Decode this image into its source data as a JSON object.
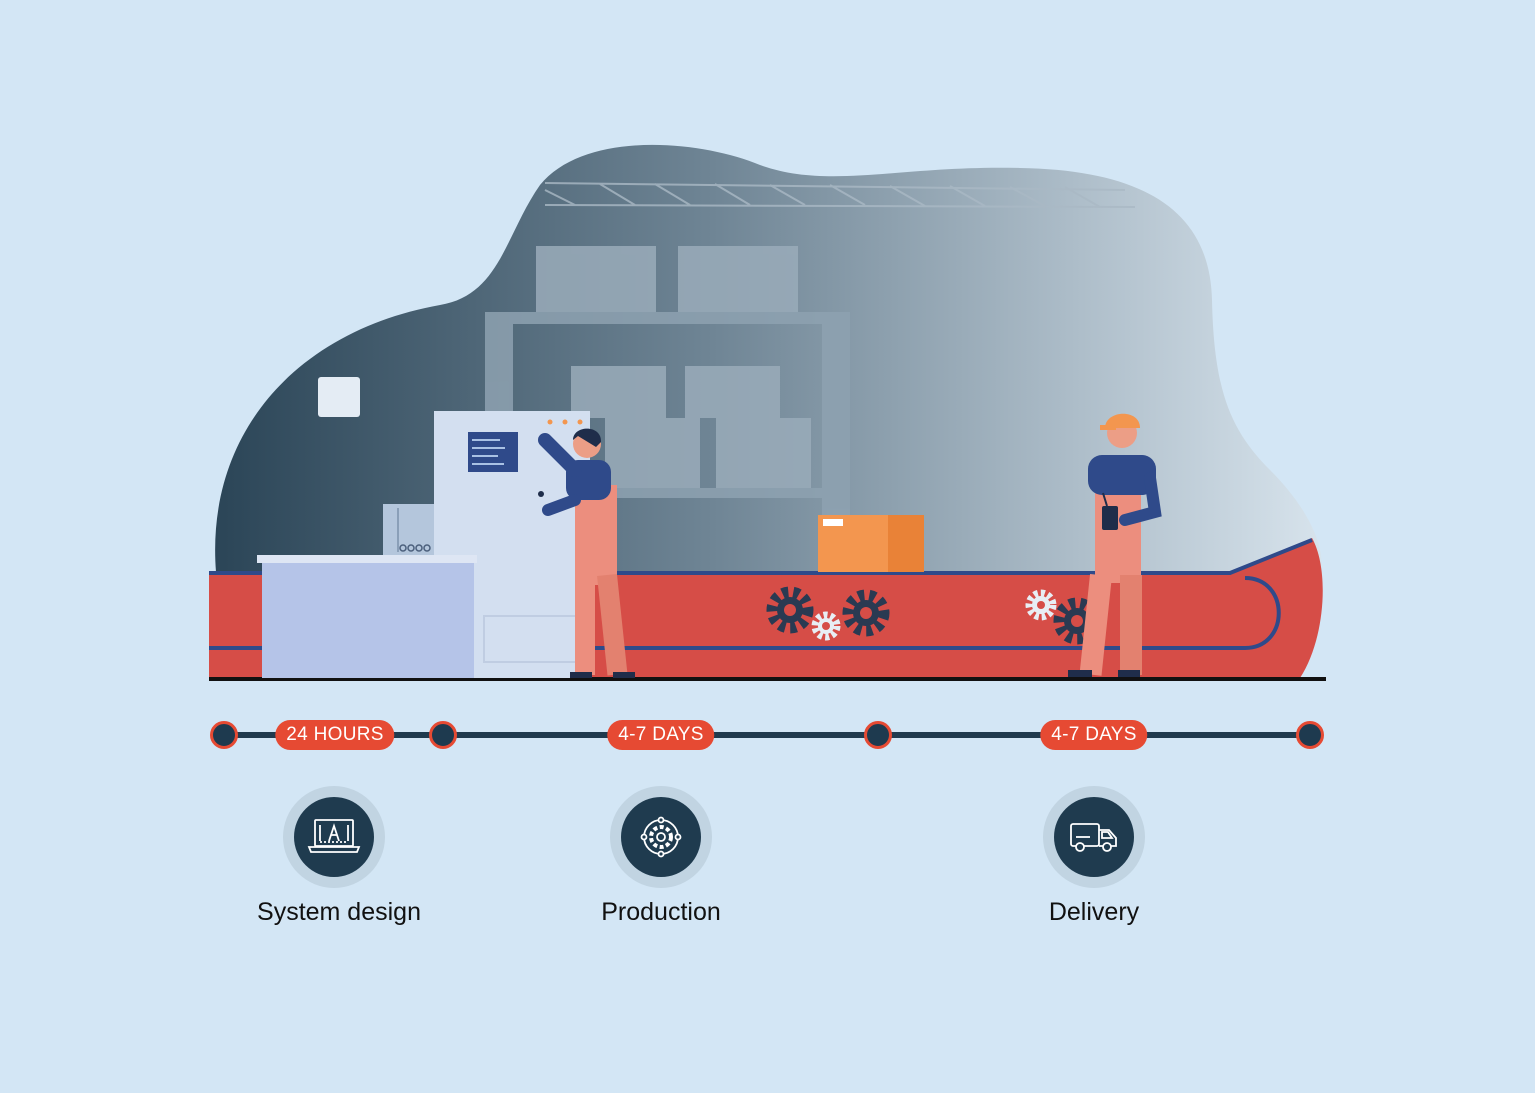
{
  "colors": {
    "background": "#d3e6f5",
    "accent": "#e64a33",
    "track": "#203a4e",
    "icon_bg": "#1f3b4f",
    "conveyor": "#d64d47"
  },
  "timeline": {
    "durations": [
      {
        "label": "24 HOURS"
      },
      {
        "label": "4-7 DAYS"
      },
      {
        "label": "4-7 DAYS"
      }
    ],
    "stages": [
      {
        "label": "System design",
        "icon": "laptop-design-icon"
      },
      {
        "label": "Production",
        "icon": "gear-target-icon"
      },
      {
        "label": "Delivery",
        "icon": "delivery-truck-icon"
      }
    ]
  }
}
